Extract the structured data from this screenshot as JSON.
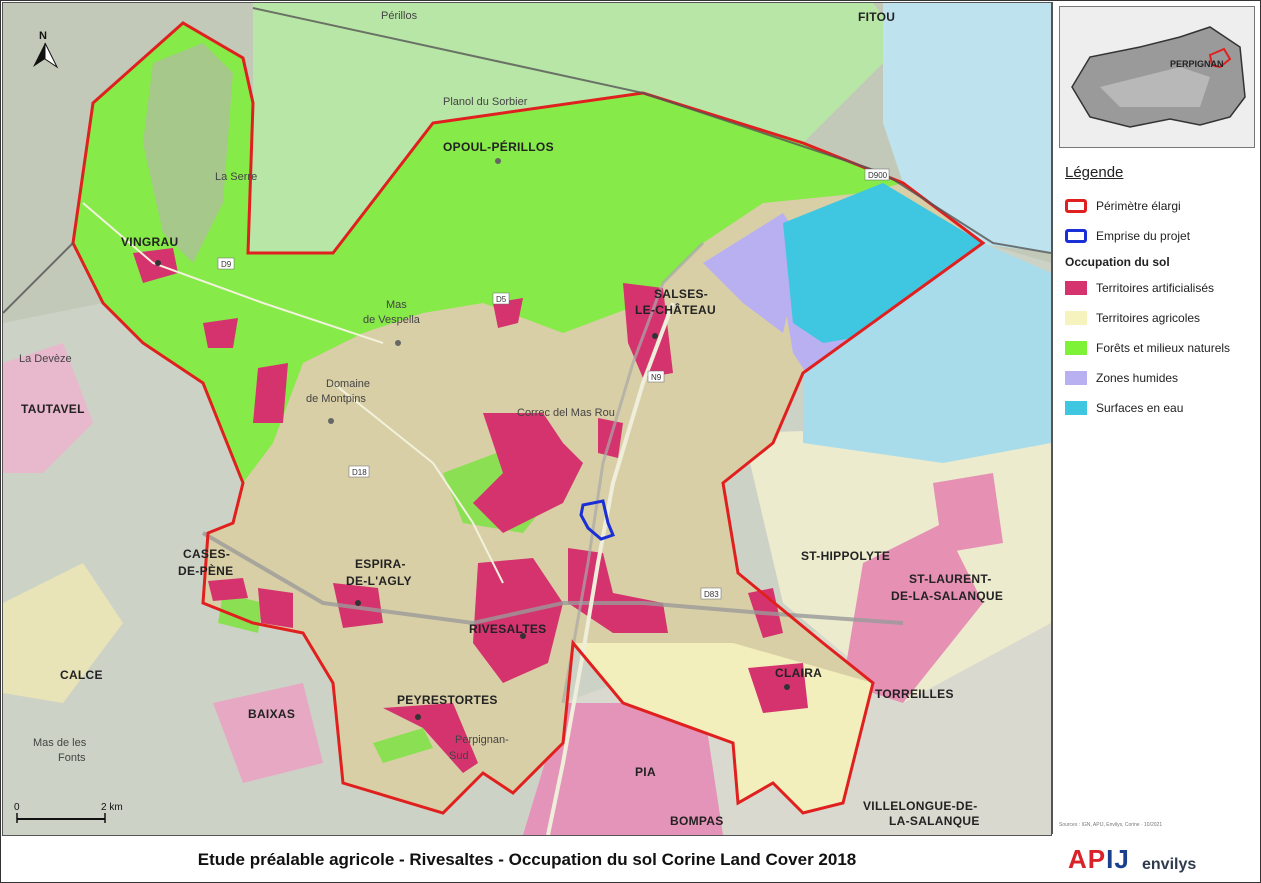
{
  "title": "Etude préalable agricole - Rivesaltes - Occupation du sol Corine Land Cover 2018",
  "logos": {
    "apij": "APIJ",
    "envilys": "envilys"
  },
  "north": "N",
  "scale": {
    "start": "0",
    "end": "2 km"
  },
  "legend": {
    "title": "Légende",
    "items": [
      {
        "label": "Périmètre élargi",
        "kind": "outline",
        "color": "#e0201f"
      },
      {
        "label": "Emprise du projet",
        "kind": "outline",
        "color": "#1a2fd6"
      }
    ],
    "section": "Occupation du sol",
    "classes": [
      {
        "label": "Territoires artificialisés",
        "color": "#d5336e"
      },
      {
        "label": "Territoires agricoles",
        "color": "#f7f3be"
      },
      {
        "label": "Forêts et milieux naturels",
        "color": "#7ef236"
      },
      {
        "label": "Zones humides",
        "color": "#b8b0f0"
      },
      {
        "label": "Surfaces en eau",
        "color": "#3fc6e0"
      }
    ]
  },
  "inset": {
    "label": "PERPIGNAN"
  },
  "source": "Sources : IGN, APIJ, Envilys, Corine · 10/2021",
  "places": {
    "vingrau": "VINGRAU",
    "opoul": "OPOUL-PÉRILLOS",
    "salses1": "SALSES-",
    "salses2": "LE-CHÂTEAU",
    "mas1": "Mas",
    "mas2": "de Vespella",
    "domaine1": "Domaine",
    "domaine2": "de Montpins",
    "tautavel": "TAUTAVEL",
    "cases1": "CASES-",
    "cases2": "DE-PÈNE",
    "espira1": "ESPIRA-",
    "espira2": "DE-L'AGLY",
    "rivesaltes": "RIVESALTES",
    "peyrestortes": "PEYRESTORTES",
    "claira": "CLAIRA",
    "calce": "CALCE",
    "baixas": "BAIXAS",
    "masfonts1": "Mas de les",
    "masfonts2": "Fonts",
    "pia": "PIA",
    "bompas": "BOMPAS",
    "sthippolyte": "ST-HIPPOLYTE",
    "stlaurent1": "ST-LAURENT-",
    "stlaurent2": "DE-LA-SALANQUE",
    "torreilles": "TORREILLES",
    "villelongue1": "VILLELONGUE-DE-",
    "villelongue2": "LA-SALANQUE",
    "perpignan1": "Perpignan-",
    "perpignan2": "Sud",
    "laserre": "La Serre",
    "planol": "Planol du Sorbier",
    "perillos": "Périllos",
    "devereze": "La Devèze",
    "correc": "Correc del Mas Rou",
    "fitou": "FITOU",
    "d900": "D900",
    "d9": "D9",
    "d5": "D5",
    "d18": "D18",
    "d83": "D83",
    "n9": "N9"
  }
}
